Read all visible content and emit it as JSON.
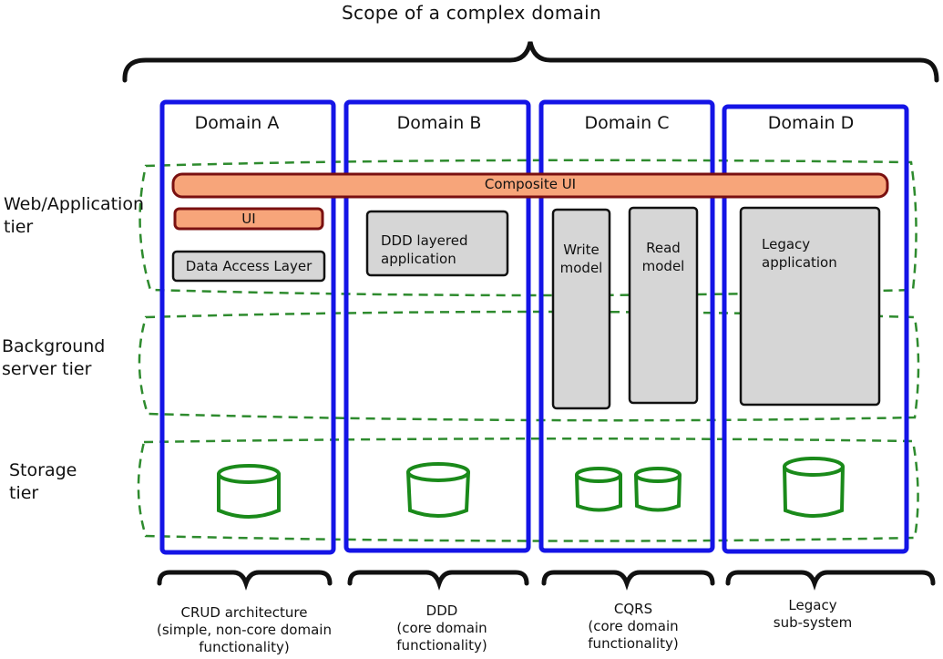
{
  "title": "Scope of a complex domain",
  "domains": [
    {
      "name": "Domain A",
      "caption": [
        "CRUD architecture",
        "(simple, non-core domain",
        "functionality)"
      ]
    },
    {
      "name": "Domain B",
      "caption": [
        "DDD",
        "(core domain",
        "functionality)"
      ]
    },
    {
      "name": "Domain C",
      "caption": [
        "CQRS",
        "(core domain",
        "functionality)"
      ]
    },
    {
      "name": "Domain D",
      "caption": [
        "Legacy",
        "sub-system"
      ]
    }
  ],
  "tiers": {
    "web": [
      "Web/Application",
      "tier"
    ],
    "background": [
      "Background",
      "server tier"
    ],
    "storage": [
      "Storage",
      "tier"
    ]
  },
  "components": {
    "composite_ui": "Composite UI",
    "ui": "UI",
    "data_access": "Data Access Layer",
    "ddd_app": [
      "DDD layered",
      "application"
    ],
    "write_model": [
      "Write",
      "model"
    ],
    "read_model": [
      "Read",
      "model"
    ],
    "legacy_app": [
      "Legacy",
      "application"
    ]
  },
  "colors": {
    "domain_border": "#1414e6",
    "tier_border": "#2e8b2e",
    "composite_fill": "#f7a57a",
    "composite_border": "#7a1010",
    "gray_fill": "#d6d6d6",
    "db_stroke": "#1a8a1a"
  }
}
